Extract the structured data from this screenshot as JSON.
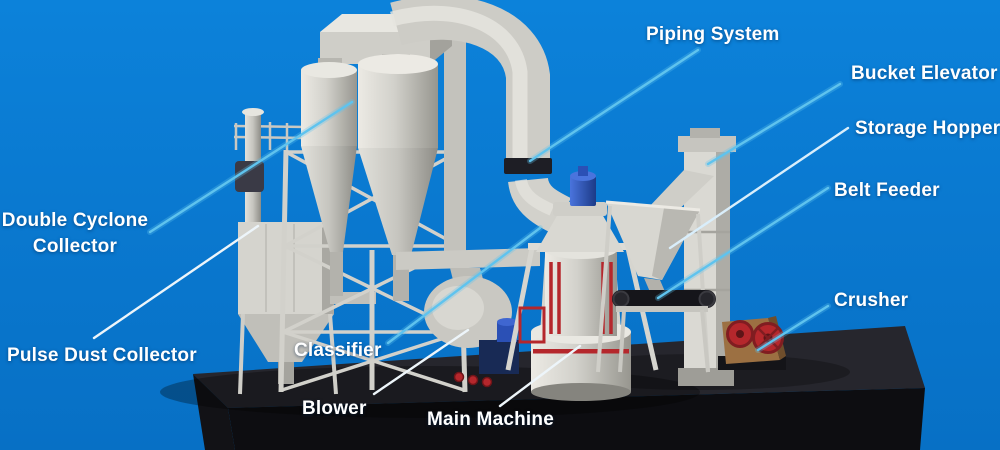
{
  "scene": {
    "kind": "labeled 3D diagram of a grinding mill production line",
    "background_color": "#0a79d0",
    "platform_color": "#141419",
    "machinery_color": "#d8d7d1",
    "label_text_color": "#ffffff",
    "leader_line_blue": "#5fc3ee",
    "leader_line_white": "#edf5fa",
    "accent_red": "#b5272c",
    "motor_blue": "#2b50b5",
    "crusher_body_color": "#9c7042"
  },
  "labels": [
    {
      "id": "piping-system",
      "text": "Piping System"
    },
    {
      "id": "bucket-elevator",
      "text": "Bucket Elevator"
    },
    {
      "id": "storage-hopper",
      "text": "Storage Hopper"
    },
    {
      "id": "belt-feeder",
      "text": "Belt Feeder"
    },
    {
      "id": "crusher",
      "text": "Crusher"
    },
    {
      "id": "double-cyclone-collector",
      "text": "Double Cyclone Collector"
    },
    {
      "id": "pulse-dust-collector",
      "text": "Pulse Dust Collector"
    },
    {
      "id": "classifier",
      "text": "Classifier"
    },
    {
      "id": "blower",
      "text": "Blower"
    },
    {
      "id": "main-machine",
      "text": "Main Machine"
    }
  ]
}
